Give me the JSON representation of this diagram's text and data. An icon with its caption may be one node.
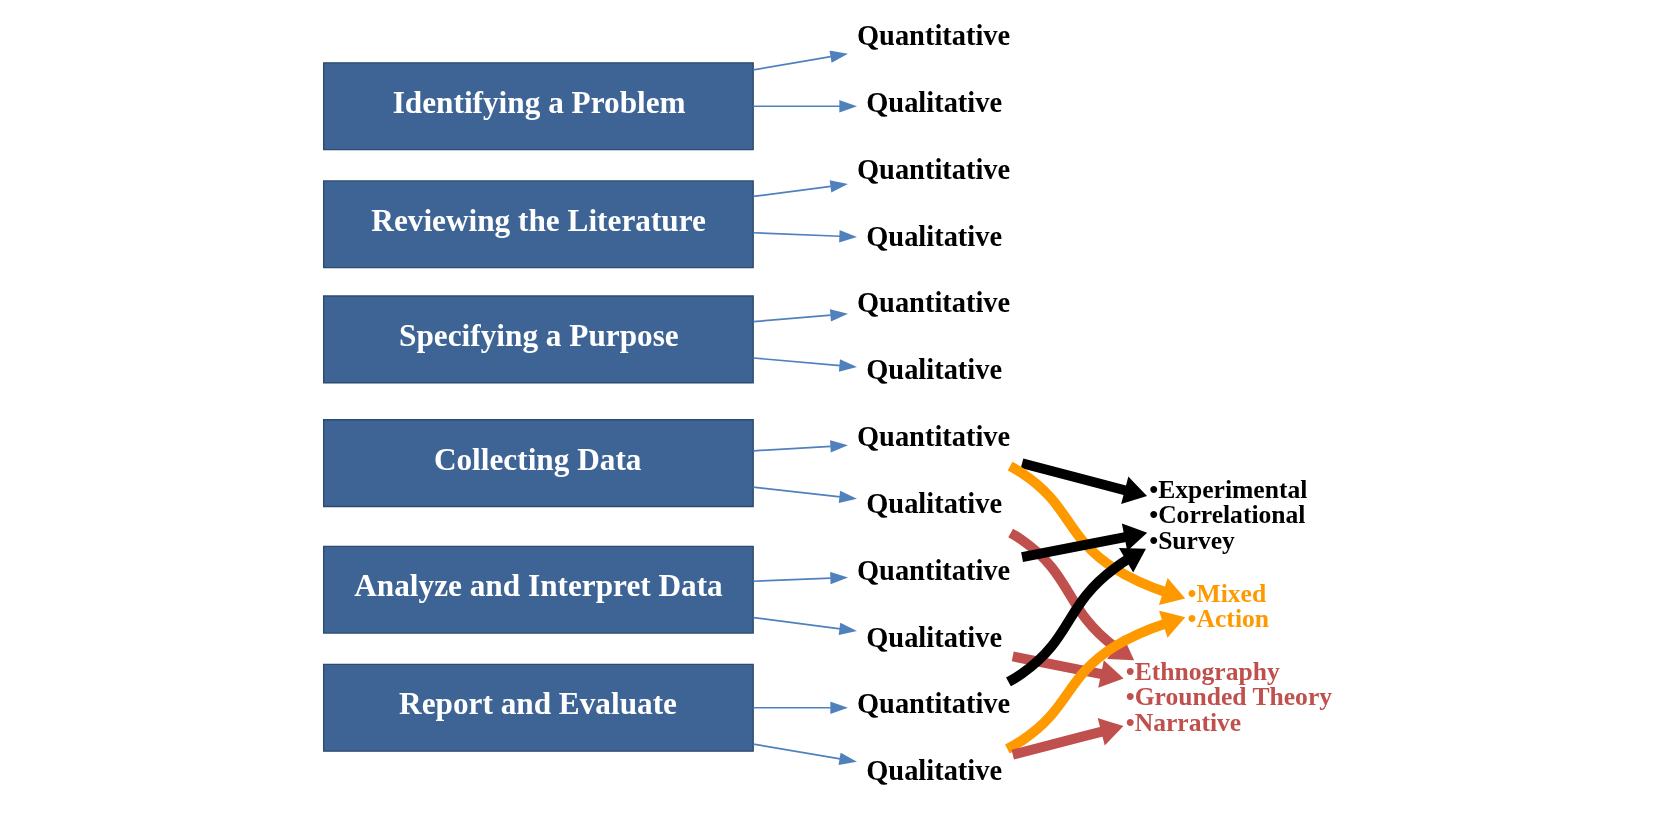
{
  "diagram": {
    "nodes": [
      {
        "text": [
          "Identifying a Problem"
        ]
      },
      {
        "text": [
          "Reviewing the Literature"
        ]
      },
      {
        "text": [
          "Specifying a Purpose"
        ]
      },
      {
        "text": [
          "Collecting Data"
        ]
      },
      {
        "text": [
          "Analyze and Interpret Data"
        ]
      },
      {
        "text": [
          "Report and Evaluate"
        ]
      },
      {
        "text": [
          "Quantitative"
        ]
      },
      {
        "text": [
          "Qualitative"
        ]
      },
      {
        "text": [
          "Quantitative"
        ]
      },
      {
        "text": [
          "Qualitative"
        ]
      },
      {
        "text": [
          "Quantitative"
        ]
      },
      {
        "text": [
          "Qualitative"
        ]
      },
      {
        "text": [
          "Quantitative"
        ]
      },
      {
        "text": [
          "Qualitative"
        ]
      },
      {
        "text": [
          "Quantitative"
        ]
      },
      {
        "text": [
          "Qualitative"
        ]
      },
      {
        "text": [
          "Quantitative"
        ]
      },
      {
        "text": [
          "Qualitative"
        ]
      },
      {
        "text": [
          "•Experimental",
          "•Correlational",
          "•Survey"
        ]
      },
      {
        "text": [
          "•Mixed",
          "•Action"
        ]
      },
      {
        "text": [
          "•Ethnography",
          "•Grounded Theory",
          "•Narrative"
        ]
      }
    ],
    "edges": [
      {
        "from": 0,
        "to": 6,
        "arrow": "to"
      },
      {
        "from": 0,
        "to": 7,
        "arrow": "to"
      },
      {
        "from": 1,
        "to": 8,
        "arrow": "to"
      },
      {
        "from": 1,
        "to": 9,
        "arrow": "to"
      },
      {
        "from": 2,
        "to": 10,
        "arrow": "to"
      },
      {
        "from": 2,
        "to": 11,
        "arrow": "to"
      },
      {
        "from": 3,
        "to": 12,
        "arrow": "to"
      },
      {
        "from": 3,
        "to": 13,
        "arrow": "to"
      },
      {
        "from": 4,
        "to": 14,
        "arrow": "to"
      },
      {
        "from": 4,
        "to": 15,
        "arrow": "to"
      },
      {
        "from": 5,
        "to": 16,
        "arrow": "to"
      },
      {
        "from": 5,
        "to": 17,
        "arrow": "to"
      },
      {
        "from": 12,
        "to": 18,
        "arrow": "to",
        "style": "thick",
        "color": "#000000"
      },
      {
        "from": 14,
        "to": 18,
        "arrow": "to",
        "style": "thick",
        "color": "#000000"
      },
      {
        "from": 16,
        "to": 18,
        "arrow": "to",
        "style": "thick",
        "color": "#000000"
      },
      {
        "from": 13,
        "to": 20,
        "arrow": "to",
        "style": "thick",
        "color": "#c0504d"
      },
      {
        "from": 15,
        "to": 20,
        "arrow": "to",
        "style": "thick",
        "color": "#c0504d"
      },
      {
        "from": 17,
        "to": 20,
        "arrow": "to",
        "style": "thick",
        "color": "#c0504d"
      },
      {
        "from": 12,
        "to": 19,
        "arrow": "to",
        "style": "thick",
        "color": "#ff9900"
      },
      {
        "from": 17,
        "to": 19,
        "arrow": "to",
        "style": "thick",
        "color": "#ff9900"
      }
    ]
  }
}
